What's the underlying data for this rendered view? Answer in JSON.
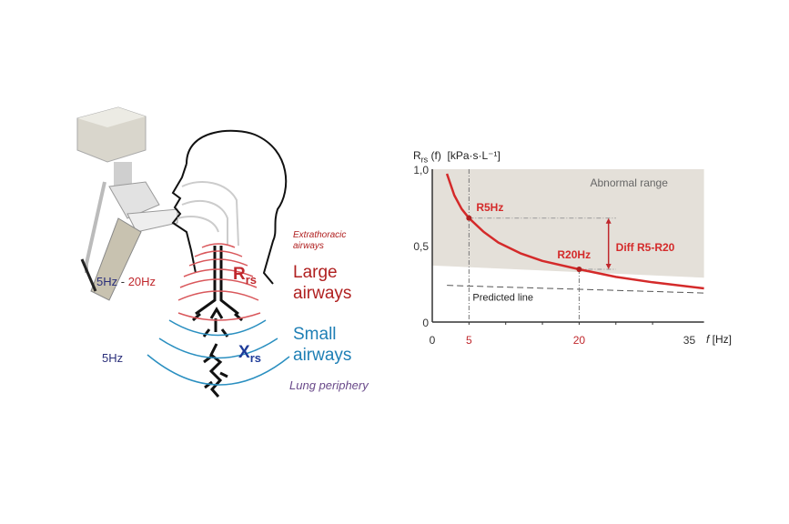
{
  "illustration": {
    "freq_range": {
      "low": "5Hz",
      "sep": " - ",
      "high": "20Hz"
    },
    "freq_low": "5Hz",
    "rrs_symbol": {
      "main": "R",
      "sub": "rs"
    },
    "xrs_symbol": {
      "main": "X",
      "sub": "rs"
    },
    "extrathoracic": [
      "Extrathoracic",
      "airways"
    ],
    "large_airways": [
      "Large",
      "airways"
    ],
    "small_airways": [
      "Small",
      "airways"
    ],
    "lung_periphery": "Lung periphery",
    "colors": {
      "red": "#c0282d",
      "blue": "#1e7fb5",
      "navy": "#2a2f7a",
      "purple": "#6a4a8a"
    }
  },
  "chart_data": {
    "type": "line",
    "ylabel": {
      "main": "R",
      "sub": "rs",
      "rest": " (f)  [kPa·s·L⁻¹]"
    },
    "xlabel": {
      "italic": "f",
      "rest": " [Hz]"
    },
    "xlim": [
      0,
      37
    ],
    "ylim": [
      0,
      1.0
    ],
    "x_ticks": [
      {
        "value": 0,
        "label": "0"
      },
      {
        "value": 5,
        "label": "5",
        "color": "#c0282d"
      },
      {
        "value": 20,
        "label": "20",
        "color": "#c0282d"
      },
      {
        "value": 35,
        "label": "35"
      }
    ],
    "y_ticks": [
      {
        "value": 0,
        "label": "0"
      },
      {
        "value": 0.5,
        "label": "0,5"
      },
      {
        "value": 1.0,
        "label": "1,0"
      }
    ],
    "series": [
      {
        "name": "Rrs",
        "color": "#d42a2a",
        "x": [
          2,
          3,
          4,
          5,
          7,
          9,
          12,
          15,
          20,
          25,
          30,
          37
        ],
        "y": [
          0.97,
          0.83,
          0.74,
          0.68,
          0.59,
          0.52,
          0.45,
          0.4,
          0.345,
          0.295,
          0.26,
          0.22
        ]
      }
    ],
    "abnormal_range": {
      "label": "Abnormal range",
      "upper": 1.0,
      "lower_start": 0.37,
      "lower_end": 0.29
    },
    "predicted_line": {
      "label": "Predicted line",
      "x": [
        2,
        37
      ],
      "y": [
        0.24,
        0.19
      ]
    },
    "annotations": {
      "r5": {
        "label": "R5Hz",
        "x": 5,
        "y": 0.68
      },
      "r20": {
        "label": "R20Hz",
        "x": 20,
        "y": 0.345
      },
      "diff": {
        "label": "Diff R5-R20",
        "x": 24
      }
    }
  }
}
